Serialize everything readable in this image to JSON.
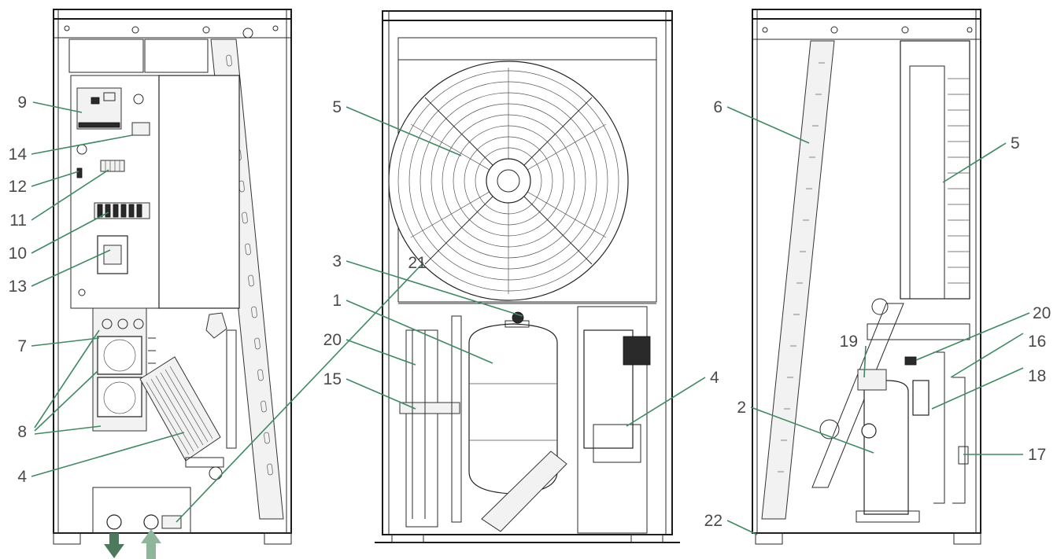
{
  "colors": {
    "leader_line": "#3e8a62",
    "callout_text": "#4a4a4a",
    "arrow_out": "#4d7a5c",
    "arrow_in": "#8fb59a",
    "line_art": "#1a1a1a"
  },
  "views": {
    "left": {
      "callouts": [
        "9",
        "14",
        "12",
        "11",
        "10",
        "13",
        "7",
        "8",
        "4",
        "21"
      ],
      "pipe_arrows": [
        "arrow-down-icon",
        "arrow-up-icon"
      ]
    },
    "center": {
      "callouts": [
        "5",
        "3",
        "1",
        "20",
        "15",
        "4"
      ]
    },
    "right": {
      "callouts": [
        "6",
        "5",
        "20",
        "16",
        "19",
        "18",
        "2",
        "17",
        "22"
      ]
    }
  }
}
